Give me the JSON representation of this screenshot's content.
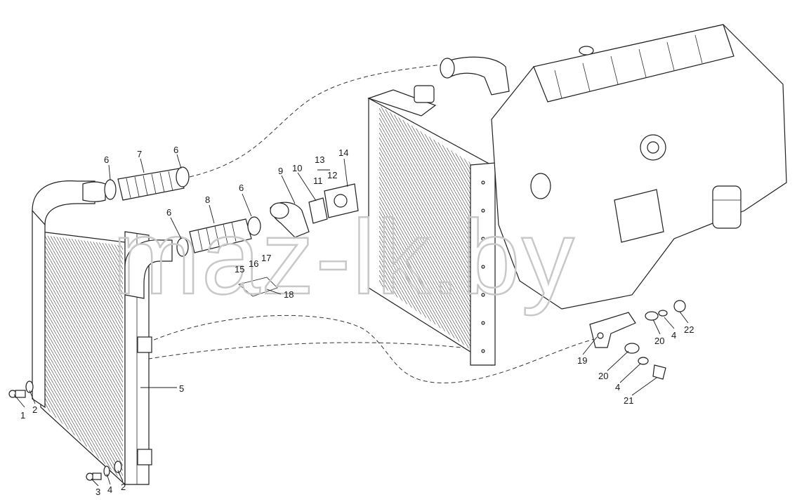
{
  "watermark": "maz-lk.by",
  "labels": {
    "p1": "1",
    "p2a": "2",
    "p2b": "2",
    "p3": "3",
    "p4a": "4",
    "p4b": "4",
    "p4c": "4",
    "p5": "5",
    "p6a": "6",
    "p6b": "6",
    "p6c": "6",
    "p6d": "6",
    "p7": "7",
    "p8": "8",
    "p9": "9",
    "p10": "10",
    "p11": "11",
    "p12": "12",
    "p13": "13",
    "p14": "14",
    "p15": "15",
    "p16": "16",
    "p17": "17",
    "p18": "18",
    "p19": "19",
    "p20a": "20",
    "p20b": "20",
    "p21": "21",
    "p22": "22"
  }
}
